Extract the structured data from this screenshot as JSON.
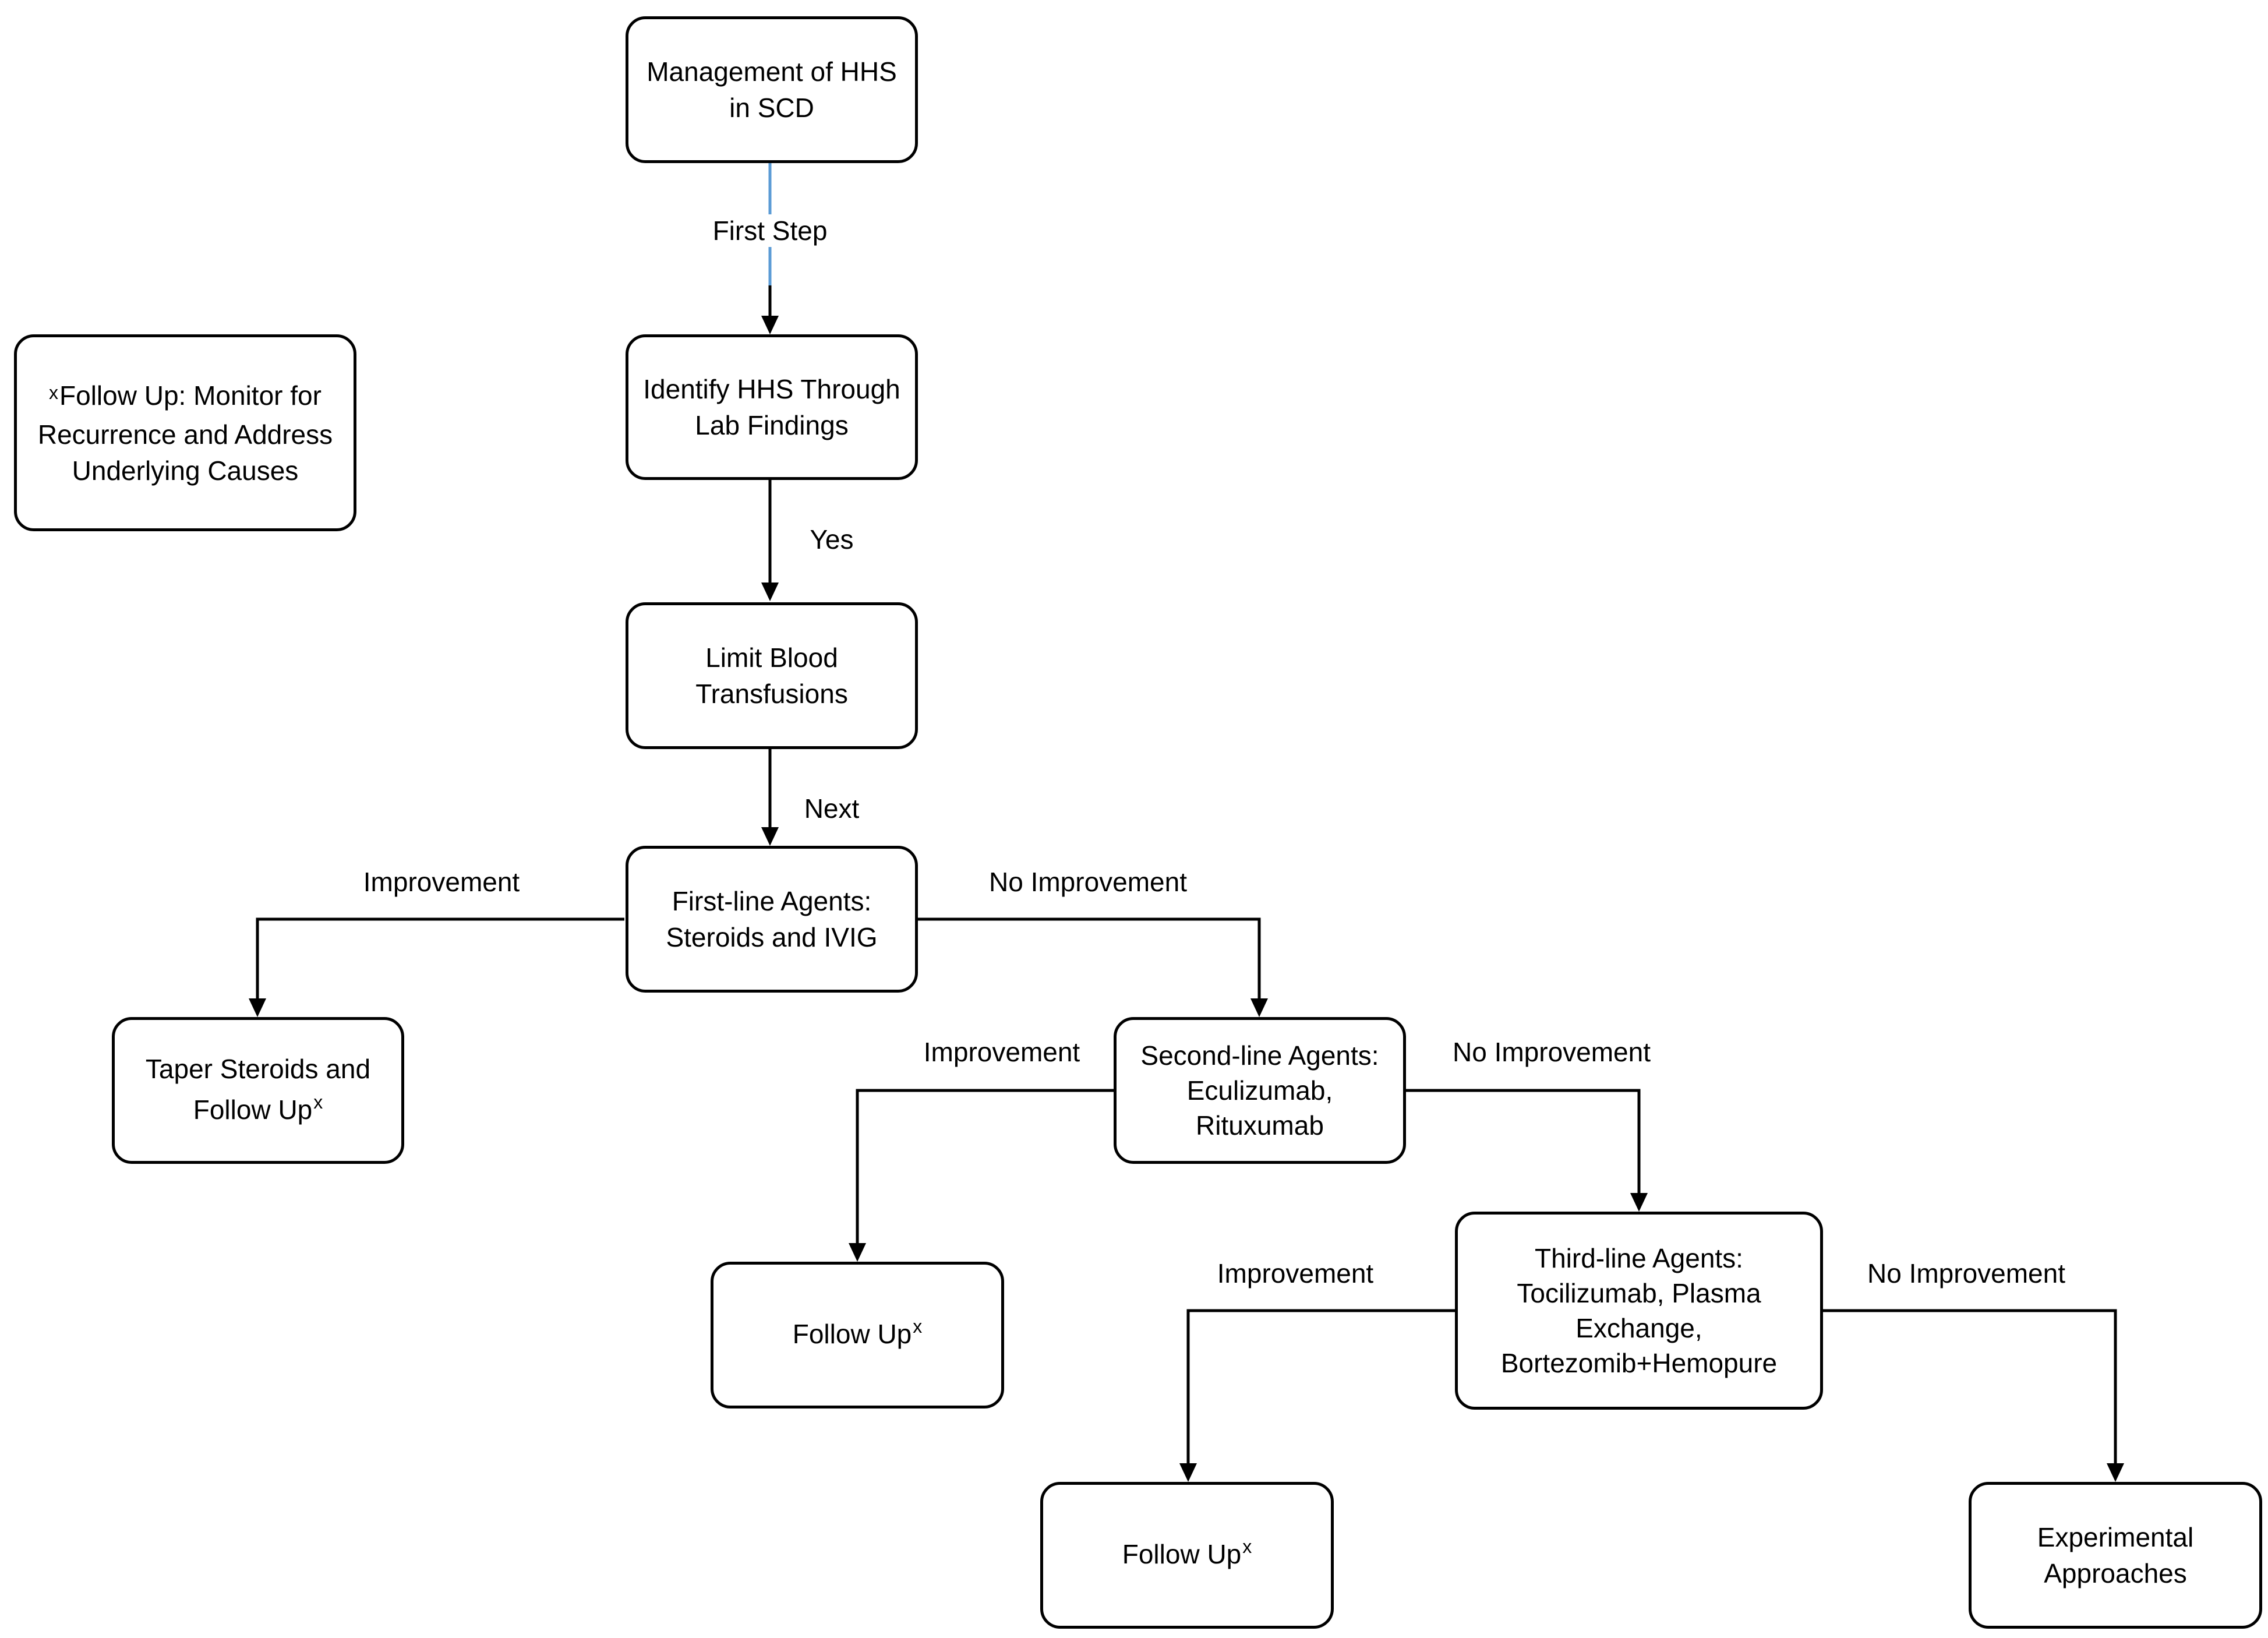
{
  "colors": {
    "stroke": "#000000",
    "first_connector": "#5b9bd5",
    "background": "#ffffff"
  },
  "nodes": {
    "root": {
      "lines": [
        "Management of HHS",
        "in SCD"
      ]
    },
    "identify": {
      "lines": [
        "Identify HHS Through",
        "Lab Findings"
      ]
    },
    "limit": {
      "lines": [
        "Limit Blood",
        "Transfusions"
      ]
    },
    "first_line": {
      "lines": [
        "First-line Agents:",
        "Steroids and IVIG"
      ]
    },
    "taper": {
      "line1": "Taper Steroids and",
      "line2": "Follow Up",
      "sup": "x"
    },
    "second_line": {
      "lines": [
        "Second-line Agents:",
        "Eculizumab,",
        "Rituxumab"
      ]
    },
    "follow_up_1": {
      "text": "Follow Up",
      "sup": "x"
    },
    "third_line": {
      "lines": [
        "Third-line Agents:",
        "Tocilizumab, Plasma",
        "Exchange,",
        "Bortezomib+Hemopure"
      ]
    },
    "follow_up_2": {
      "text": "Follow Up",
      "sup": "x"
    },
    "experimental": {
      "lines": [
        "Experimental",
        "Approaches"
      ]
    },
    "note": {
      "sup": "x",
      "line1": "Follow Up: Monitor for",
      "line2": "Recurrence and Address",
      "line3": "Underlying Causes"
    }
  },
  "edges": {
    "first_step": "First Step",
    "yes": "Yes",
    "next": "Next",
    "improvement_1": "Improvement",
    "no_improvement_1": "No Improvement",
    "improvement_2": "Improvement",
    "no_improvement_2": "No Improvement",
    "improvement_3": "Improvement",
    "no_improvement_3": "No Improvement"
  }
}
